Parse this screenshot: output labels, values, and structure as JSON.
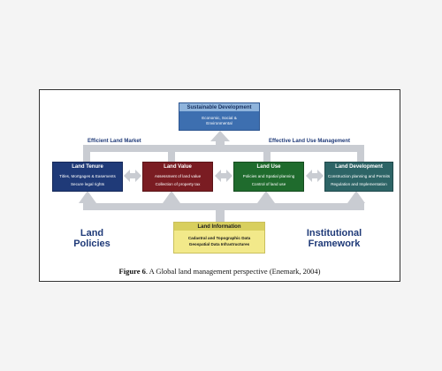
{
  "figure": {
    "sustainable_development": {
      "title": "Sustainable Development",
      "lines": [
        "Economic, Social &",
        "Environmental"
      ]
    },
    "market_labels": {
      "left": "Efficient Land Market",
      "right": "Effective Land Use Management"
    },
    "functions": [
      {
        "title": "Land Tenure",
        "lines": [
          "Titles, Mortgages & Easements",
          "Secure legal rights"
        ],
        "color": "#1f3a78"
      },
      {
        "title": "Land Value",
        "lines": [
          "Assessment of land value",
          "Collection of property tax"
        ],
        "color": "#7a1c22"
      },
      {
        "title": "Land Use",
        "lines": [
          "Policies and Spatial planning",
          "Control of land use"
        ],
        "color": "#1f6b2d"
      },
      {
        "title": "Land Development",
        "lines": [
          "Construction planning and Permits",
          "Regulation and Implementation"
        ],
        "color": "#2d6466"
      }
    ],
    "land_information": {
      "title": "Land Information",
      "lines": [
        "Cadastral and Topographic Data",
        "Geospatial Data Infrastructures"
      ]
    },
    "side_labels": {
      "left_line1": "Land",
      "left_line2": "Policies",
      "right_line1": "Institutional",
      "right_line2": "Framework"
    },
    "arrow_color": "#c9ccd2"
  },
  "caption": {
    "label": "Figure 6",
    "text": ". A Global land management perspective (Enemark, 2004)"
  }
}
